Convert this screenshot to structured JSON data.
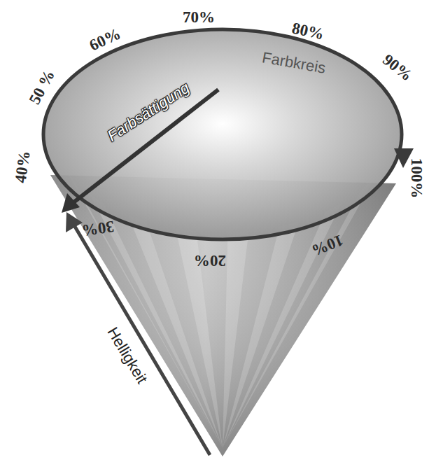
{
  "diagram": {
    "labels": [
      "70%",
      "80%",
      "90%",
      "100%",
      "60%",
      "50 %",
      "40%",
      "30%",
      "20%",
      "10%",
      "Farbkreis",
      "Farbsättigung",
      "Helligkeit"
    ]
  }
}
